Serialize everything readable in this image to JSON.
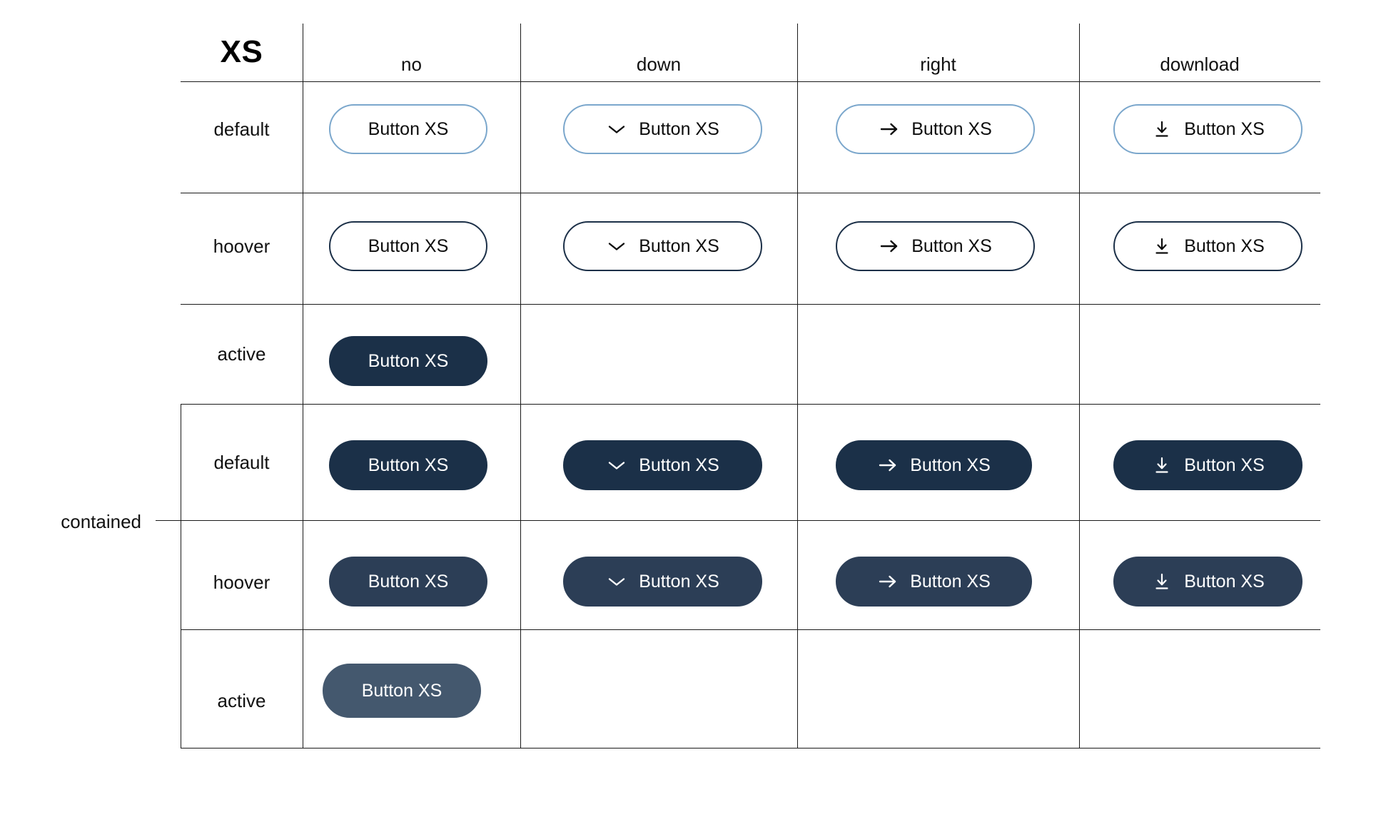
{
  "sheet": {
    "title": "XS",
    "group_label": "contained",
    "column_headers": [
      "no",
      "down",
      "right",
      "download"
    ],
    "row_headers": [
      "default",
      "hoover",
      "active"
    ],
    "button_label": "Button XS"
  },
  "colors": {
    "outline_default_border": "#7BA7CC",
    "outline_hover_border": "#1C3048",
    "filled_default_bg": "#1B3048",
    "filled_hover_bg": "#2C3E56",
    "filled_active_bg": "#44586E",
    "text_dark": "#0D0D0D",
    "text_light": "#FFFFFF",
    "grid_line": "#1A1A1A"
  },
  "icons": {
    "none": "",
    "down": "chevron-down-icon",
    "right": "arrow-right-icon",
    "download": "download-icon"
  },
  "sections": [
    {
      "name": "outlined",
      "rows": [
        {
          "state": "default",
          "cells": [
            {
              "icon": "none",
              "label": "Button XS",
              "style": "outlined"
            },
            {
              "icon": "down",
              "label": "Button XS",
              "style": "outlined"
            },
            {
              "icon": "right",
              "label": "Button XS",
              "style": "outlined"
            },
            {
              "icon": "download",
              "label": "Button XS",
              "style": "outlined"
            }
          ]
        },
        {
          "state": "hoover",
          "cells": [
            {
              "icon": "none",
              "label": "Button XS",
              "style": "outlined-hover"
            },
            {
              "icon": "down",
              "label": "Button XS",
              "style": "outlined-hover"
            },
            {
              "icon": "right",
              "label": "Button XS",
              "style": "outlined-hover"
            },
            {
              "icon": "download",
              "label": "Button XS",
              "style": "outlined-hover"
            }
          ]
        },
        {
          "state": "active",
          "cells": [
            {
              "icon": "none",
              "label": "Button XS",
              "style": "filled"
            },
            null,
            null,
            null
          ]
        }
      ]
    },
    {
      "name": "contained",
      "rows": [
        {
          "state": "default",
          "cells": [
            {
              "icon": "none",
              "label": "Button XS",
              "style": "filled"
            },
            {
              "icon": "down",
              "label": "Button XS",
              "style": "filled"
            },
            {
              "icon": "right",
              "label": "Button XS",
              "style": "filled"
            },
            {
              "icon": "download",
              "label": "Button XS",
              "style": "filled"
            }
          ]
        },
        {
          "state": "hoover",
          "cells": [
            {
              "icon": "none",
              "label": "Button XS",
              "style": "filled-hover"
            },
            {
              "icon": "down",
              "label": "Button XS",
              "style": "filled-hover"
            },
            {
              "icon": "right",
              "label": "Button XS",
              "style": "filled-hover"
            },
            {
              "icon": "download",
              "label": "Button XS",
              "style": "filled-hover"
            }
          ]
        },
        {
          "state": "active",
          "cells": [
            {
              "icon": "none",
              "label": "Button XS",
              "style": "filled-active"
            },
            null,
            null,
            null
          ]
        }
      ]
    }
  ]
}
